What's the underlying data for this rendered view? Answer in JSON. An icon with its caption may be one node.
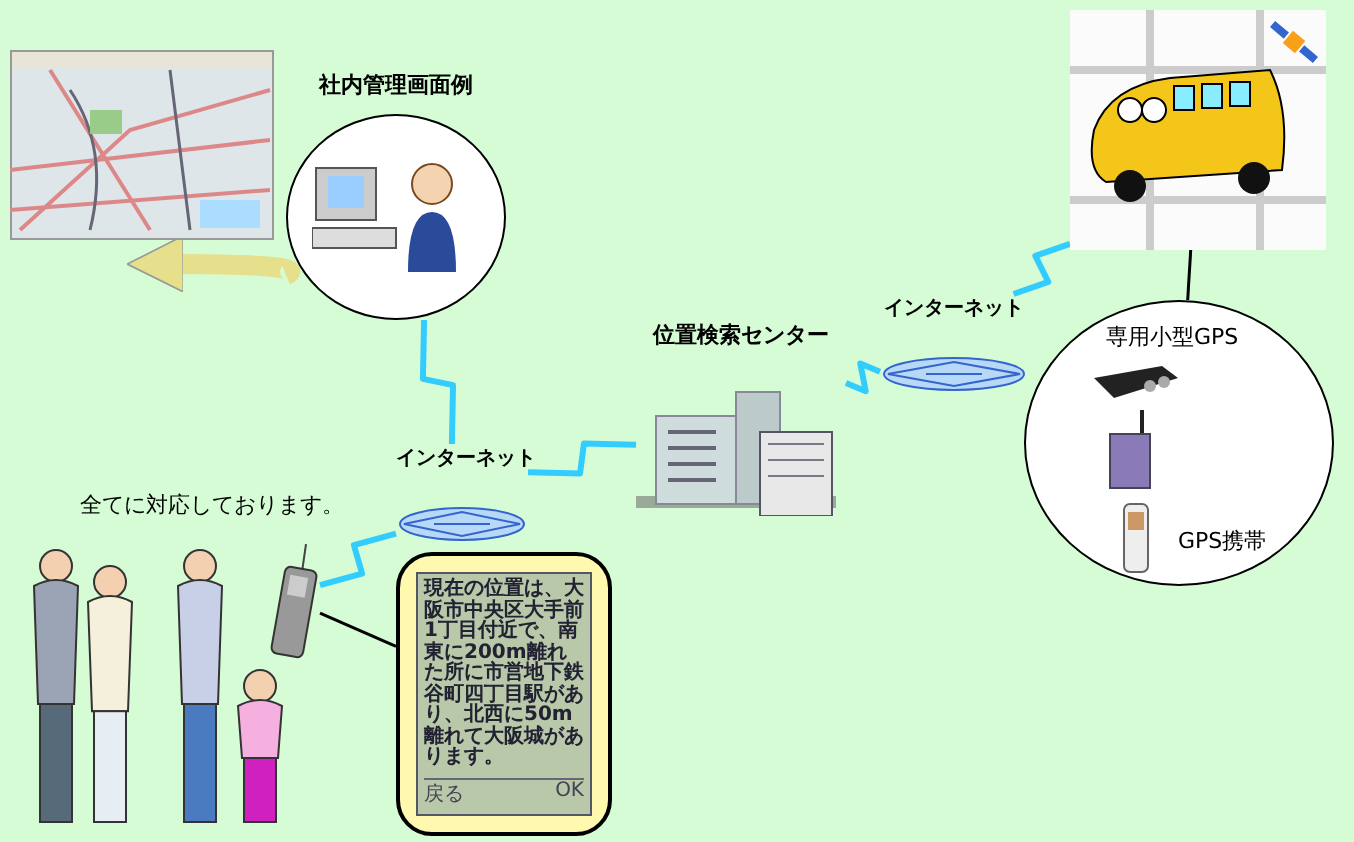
{
  "diagram": {
    "nodes": [
      {
        "text": [],
        "shape": "picture"
      },
      {
        "text": [
          "社内管理画面例"
        ]
      },
      {
        "text": [],
        "shape": "picture"
      },
      {
        "text": [
          "インターネット"
        ]
      },
      {
        "text": [
          "専用小型GPS",
          "GPS携帯"
        ]
      },
      {
        "text": [
          "位置検索センター"
        ]
      },
      {
        "text": [
          "インターネット"
        ]
      },
      {
        "text": [],
        "shape": "picture"
      },
      {
        "text": [
          "現在の位置は、大阪市中央区大手前1丁目付近で、南東に200m離れた所に市営地下鉄谷町四丁目駅があり、北西に50m離れて大阪城があります。",
          "戻る",
          "OK"
        ]
      }
    ],
    "edges": [
      {
        "from": 1,
        "to": 0,
        "arrow": "to",
        "style": "thick",
        "color": "#e6e08c"
      },
      {
        "from": 1,
        "to": 6,
        "arrow": "none"
      },
      {
        "from": 7,
        "to": 6,
        "arrow": "none"
      },
      {
        "from": 6,
        "to": 5,
        "arrow": "none"
      },
      {
        "from": 5,
        "to": 3,
        "arrow": "none"
      },
      {
        "from": 3,
        "to": 2,
        "arrow": "none"
      },
      {
        "from": 2,
        "to": 4,
        "arrow": "none",
        "color": "#000000"
      },
      {
        "from": 7,
        "to": 8,
        "arrow": "none",
        "color": "#000000"
      }
    ],
    "labels": [
      "全てに対応しております。"
    ]
  }
}
